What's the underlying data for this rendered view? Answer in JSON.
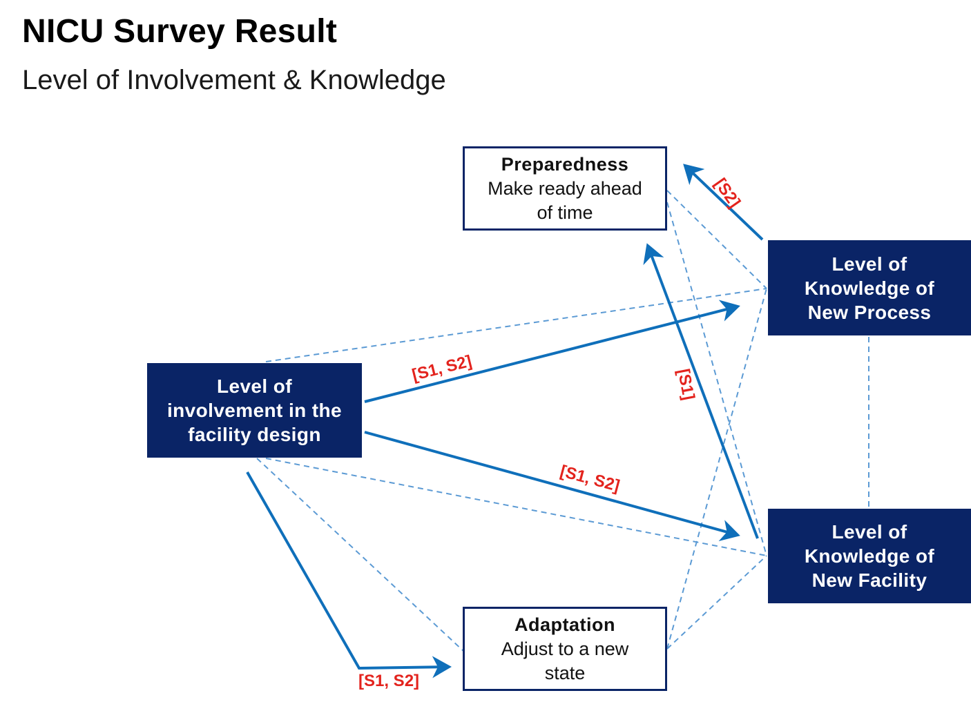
{
  "title": "NICU Survey Result",
  "subtitle": "Level of Involvement & Knowledge",
  "colors": {
    "navy": "#0a2466",
    "arrow_blue": "#0f6fba",
    "dashed_blue": "#5b9ad4",
    "label_red": "#e3231d"
  },
  "nodes": {
    "involvement": {
      "lines": [
        "Level of",
        "involvement in the",
        "facility design"
      ]
    },
    "knowledge_process": {
      "lines": [
        "Level of",
        "Knowledge of",
        "New Process"
      ]
    },
    "knowledge_facility": {
      "lines": [
        "Level of",
        "Knowledge of",
        "New Facility"
      ]
    },
    "preparedness": {
      "title": "Preparedness",
      "lines": [
        "Make ready ahead",
        "of time"
      ]
    },
    "adaptation": {
      "title": "Adaptation",
      "lines": [
        "Adjust to a new",
        "state"
      ]
    }
  },
  "edge_labels": {
    "involvement_to_process": "[S1, S2]",
    "involvement_to_facility": "[S1, S2]",
    "involvement_to_adaptation": "[S1, S2]",
    "process_to_preparedness": "[S2]",
    "facility_to_preparedness": "[S1]"
  }
}
